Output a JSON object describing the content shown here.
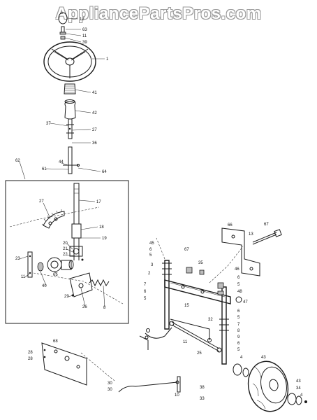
{
  "watermark": "AppliancePartsPros.com",
  "callouts": [
    {
      "id": "c12",
      "text": "12"
    },
    {
      "id": "c63",
      "text": "63"
    },
    {
      "id": "c11",
      "text": "11"
    },
    {
      "id": "c39",
      "text": "39"
    },
    {
      "id": "c1",
      "text": "1"
    },
    {
      "id": "c41",
      "text": "41"
    },
    {
      "id": "c42",
      "text": "42"
    },
    {
      "id": "c37a",
      "text": "37"
    },
    {
      "id": "c27a",
      "text": "27"
    },
    {
      "id": "c36",
      "text": "36"
    },
    {
      "id": "c62",
      "text": "62"
    },
    {
      "id": "c44",
      "text": "44"
    },
    {
      "id": "c61",
      "text": "61"
    },
    {
      "id": "c64",
      "text": "64"
    },
    {
      "id": "c17",
      "text": "17"
    },
    {
      "id": "c27b",
      "text": "27"
    },
    {
      "id": "c18",
      "text": "18"
    },
    {
      "id": "c19",
      "text": "19"
    },
    {
      "id": "c20",
      "text": "20"
    },
    {
      "id": "c21",
      "text": "21"
    },
    {
      "id": "c22",
      "text": "22"
    },
    {
      "id": "c23",
      "text": "23"
    },
    {
      "id": "c11b",
      "text": "11"
    },
    {
      "id": "c40",
      "text": "40"
    },
    {
      "id": "c65",
      "text": "65"
    },
    {
      "id": "c29",
      "text": "29"
    },
    {
      "id": "c26",
      "text": "26"
    },
    {
      "id": "c8a",
      "text": "8"
    },
    {
      "id": "c66",
      "text": "66"
    },
    {
      "id": "c13",
      "text": "13"
    },
    {
      "id": "c67a",
      "text": "67"
    },
    {
      "id": "c45",
      "text": "45"
    },
    {
      "id": "c6a",
      "text": "6"
    },
    {
      "id": "c5a",
      "text": "5"
    },
    {
      "id": "c67b",
      "text": "67"
    },
    {
      "id": "c35",
      "text": "35"
    },
    {
      "id": "c3",
      "text": "3"
    },
    {
      "id": "c2",
      "text": "2"
    },
    {
      "id": "c46",
      "text": "46"
    },
    {
      "id": "c7a",
      "text": "7"
    },
    {
      "id": "c6b",
      "text": "6"
    },
    {
      "id": "c5b",
      "text": "5"
    },
    {
      "id": "c15",
      "text": "15"
    },
    {
      "id": "c6c",
      "text": "6"
    },
    {
      "id": "c5c",
      "text": "5"
    },
    {
      "id": "c47",
      "text": "47"
    },
    {
      "id": "c48",
      "text": "48"
    },
    {
      "id": "c6d",
      "text": "6"
    },
    {
      "id": "c5d",
      "text": "5"
    },
    {
      "id": "c32",
      "text": "32"
    },
    {
      "id": "c7b",
      "text": "7"
    },
    {
      "id": "c8b",
      "text": "8"
    },
    {
      "id": "c9",
      "text": "9"
    },
    {
      "id": "c6e",
      "text": "6"
    },
    {
      "id": "c5e",
      "text": "5"
    },
    {
      "id": "c4",
      "text": "4"
    },
    {
      "id": "c11c",
      "text": "11"
    },
    {
      "id": "c25",
      "text": "25"
    },
    {
      "id": "c43a",
      "text": "43"
    },
    {
      "id": "c68",
      "text": "68"
    },
    {
      "id": "c28a",
      "text": "28"
    },
    {
      "id": "c28b",
      "text": "28"
    },
    {
      "id": "c30a",
      "text": "30"
    },
    {
      "id": "c30b",
      "text": "30"
    },
    {
      "id": "c10",
      "text": "10"
    },
    {
      "id": "c38",
      "text": "38"
    },
    {
      "id": "c33",
      "text": "33"
    },
    {
      "id": "c43b",
      "text": "43"
    },
    {
      "id": "c34",
      "text": "34"
    },
    {
      "id": "c4b",
      "text": "4"
    }
  ]
}
